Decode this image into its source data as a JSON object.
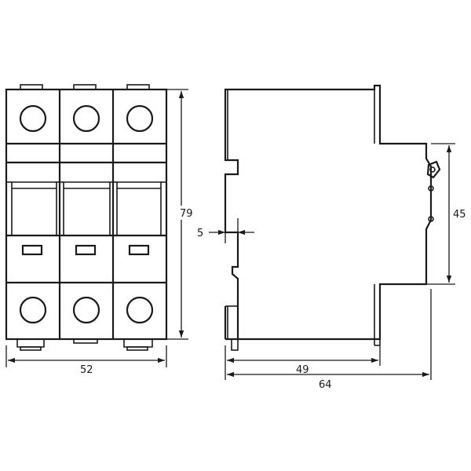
{
  "dimensions": {
    "front_width": "52",
    "front_height": "79",
    "rail_offset": "5",
    "side_height": "45",
    "side_depth_1": "49",
    "side_depth_2": "64"
  },
  "colors": {
    "line": "#1a1a1a",
    "background": "#ffffff"
  }
}
